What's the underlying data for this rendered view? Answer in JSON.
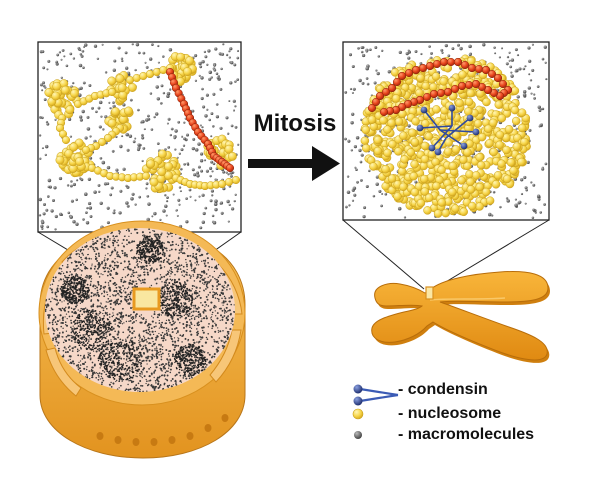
{
  "process_label": "Mitosis",
  "legend": [
    {
      "key": "condensin",
      "text": "- condensin",
      "icon": "condensin-icon"
    },
    {
      "key": "nucleosome",
      "text": "- nucleosome",
      "icon": "nucleosome-icon"
    },
    {
      "key": "macromolecules",
      "text": "- macromolecules",
      "icon": "macromolecule-icon"
    }
  ],
  "colors": {
    "nucleosome": "#f7d64a",
    "nucleosome_edge": "#c9a21e",
    "condensin_fill": "#e8431c",
    "condensin_edge": "#a42a10",
    "condensin_head": "#2a3f8f",
    "condensin_arm": "#3b5bb5",
    "macromolecule": "#6b6b6b",
    "chromosome": "#f3a21c",
    "chromosome_shadow": "#d1810e",
    "nucleus_inner": "#f6d8c8",
    "nuclear_envelope": "#f3b64a",
    "nuclear_envelope_dark": "#e09428"
  }
}
